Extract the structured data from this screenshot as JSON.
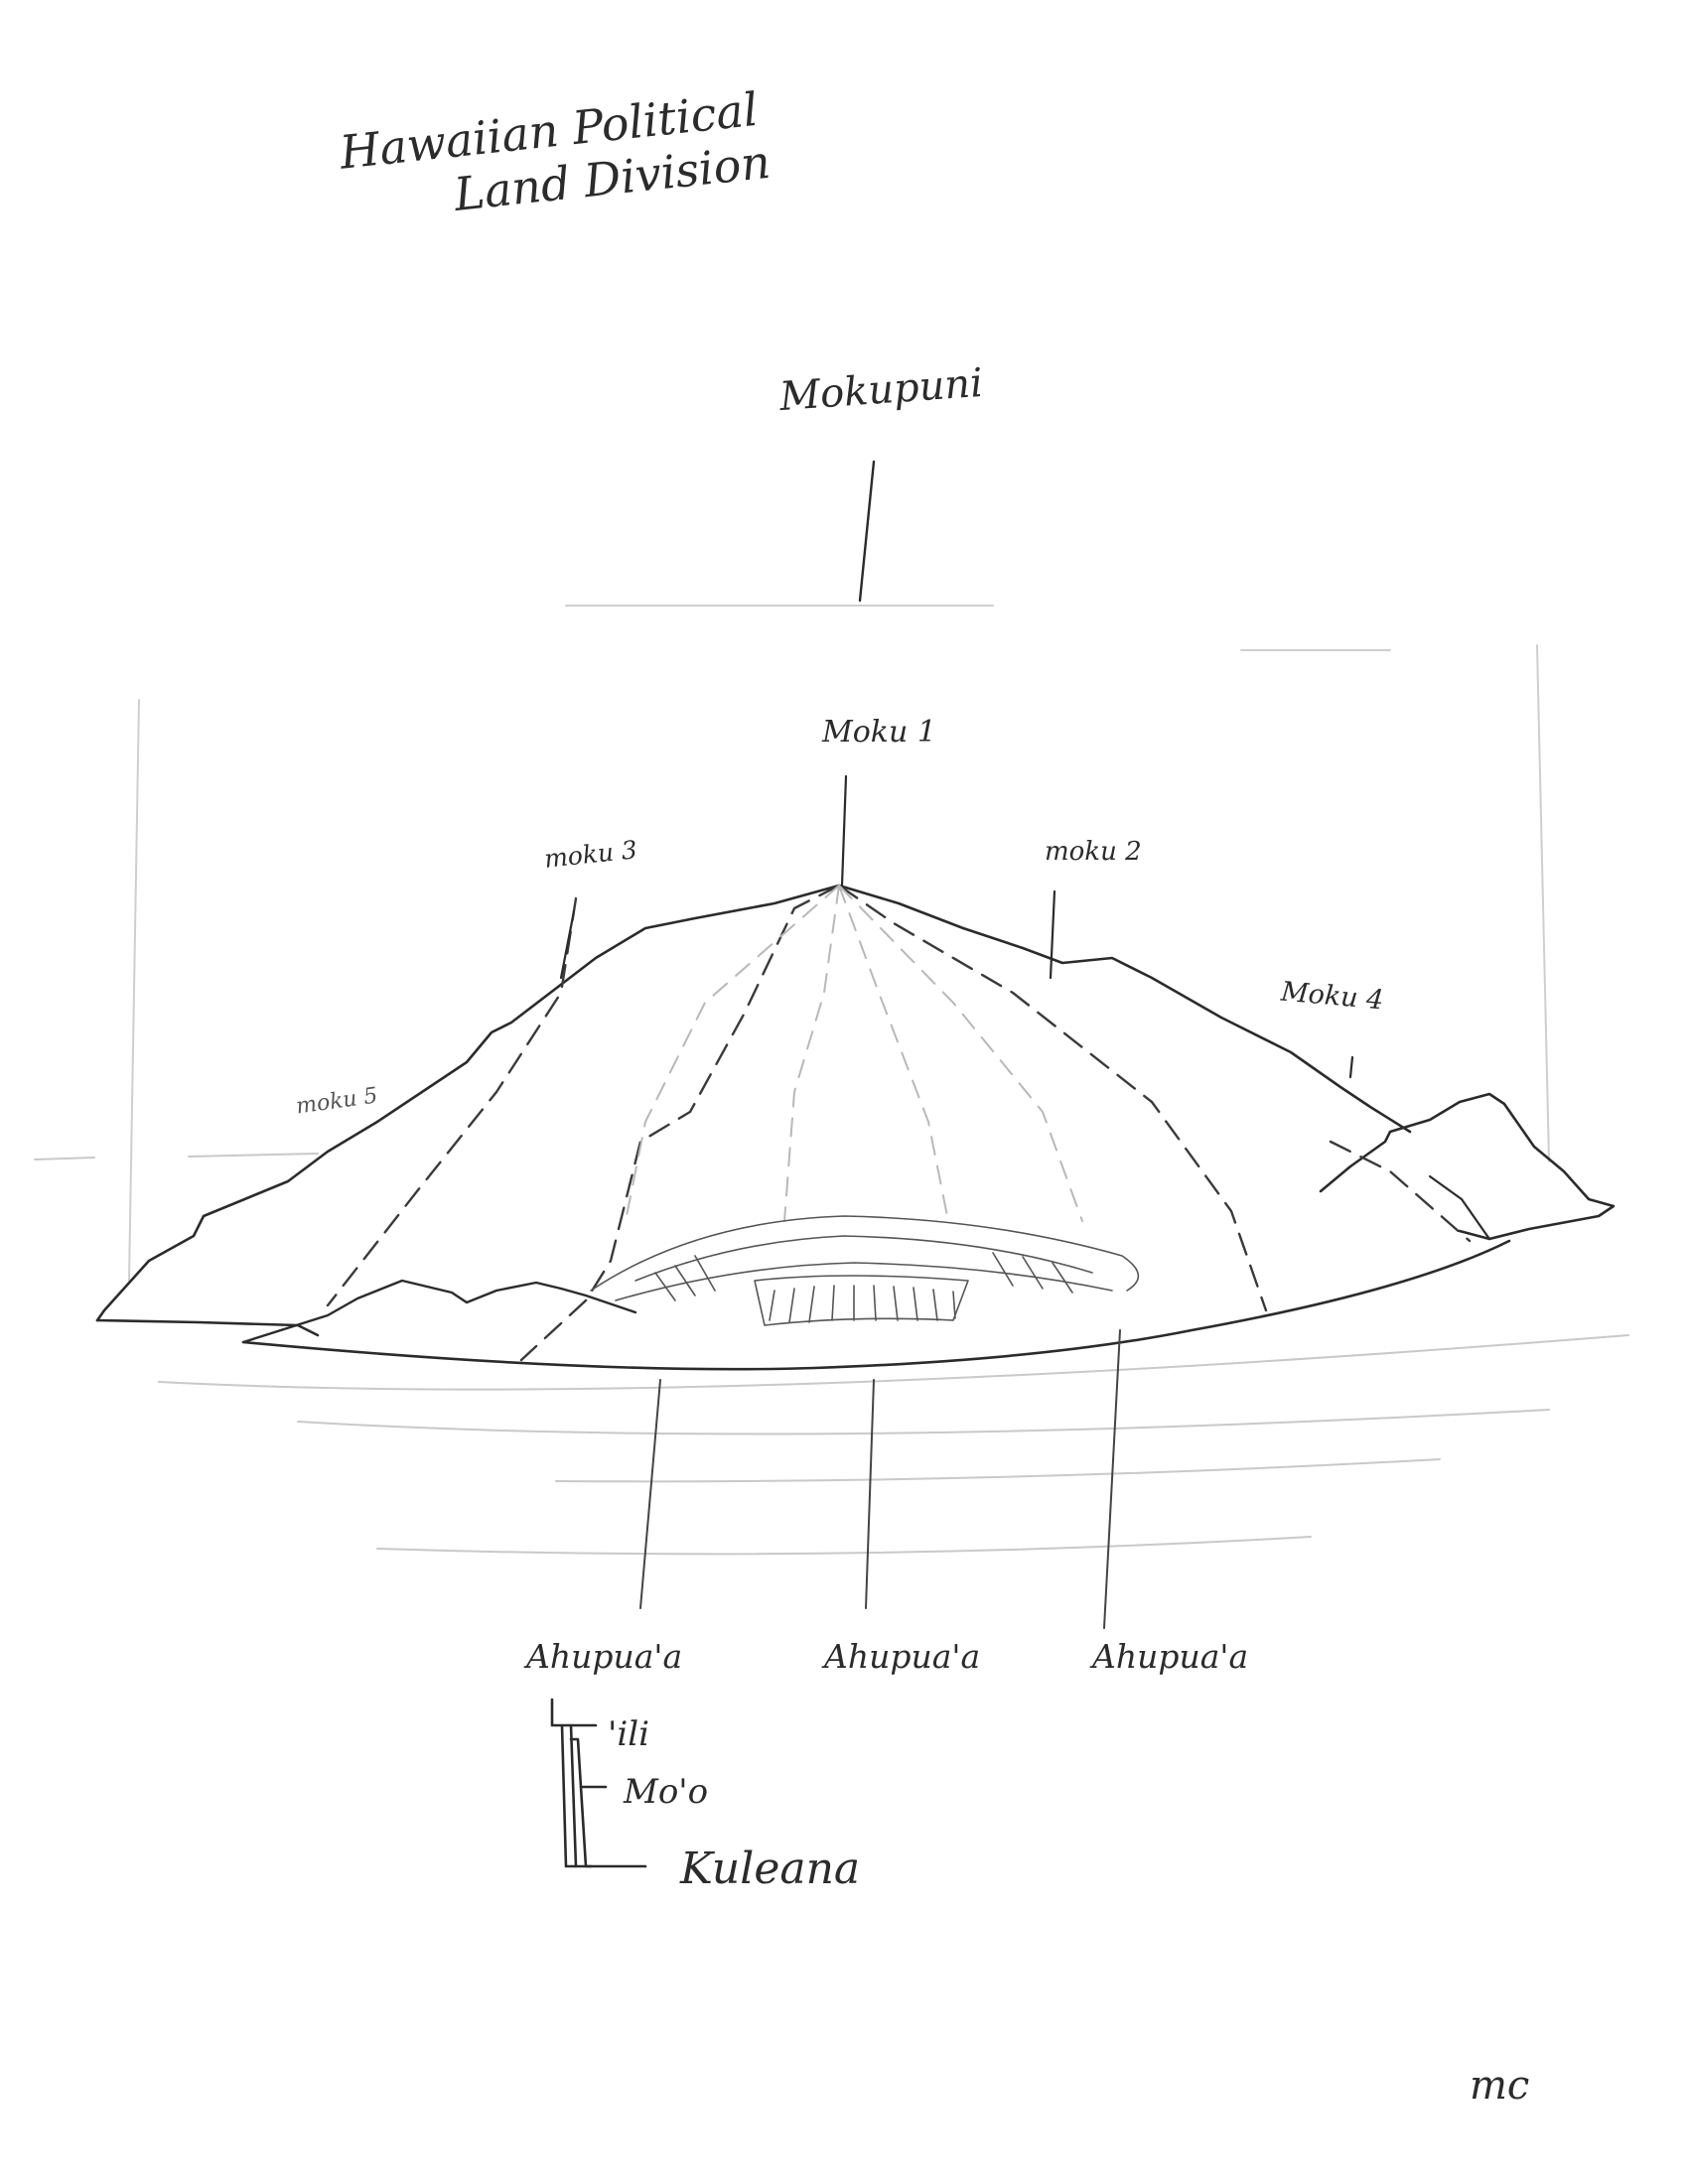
{
  "title": {
    "line1": "Hawaiian Political",
    "line2": "Land Division"
  },
  "labels": {
    "mokupuni": "Mokupuni",
    "moku_1": "Moku 1",
    "moku_2": "moku 2",
    "moku_3": "moku 3",
    "moku_4": "Moku 4",
    "moku_5": "moku 5"
  },
  "ahupuaa": [
    "Ahupua'a",
    "Ahupua'a",
    "Ahupua'a"
  ],
  "hierarchy": [
    "'ili",
    "Mo'o",
    "Kuleana"
  ],
  "signature": "mc",
  "colors": {
    "pencil": "#2b2b2b",
    "pencil_light": "#9a9a9a",
    "paper": "#ffffff"
  }
}
